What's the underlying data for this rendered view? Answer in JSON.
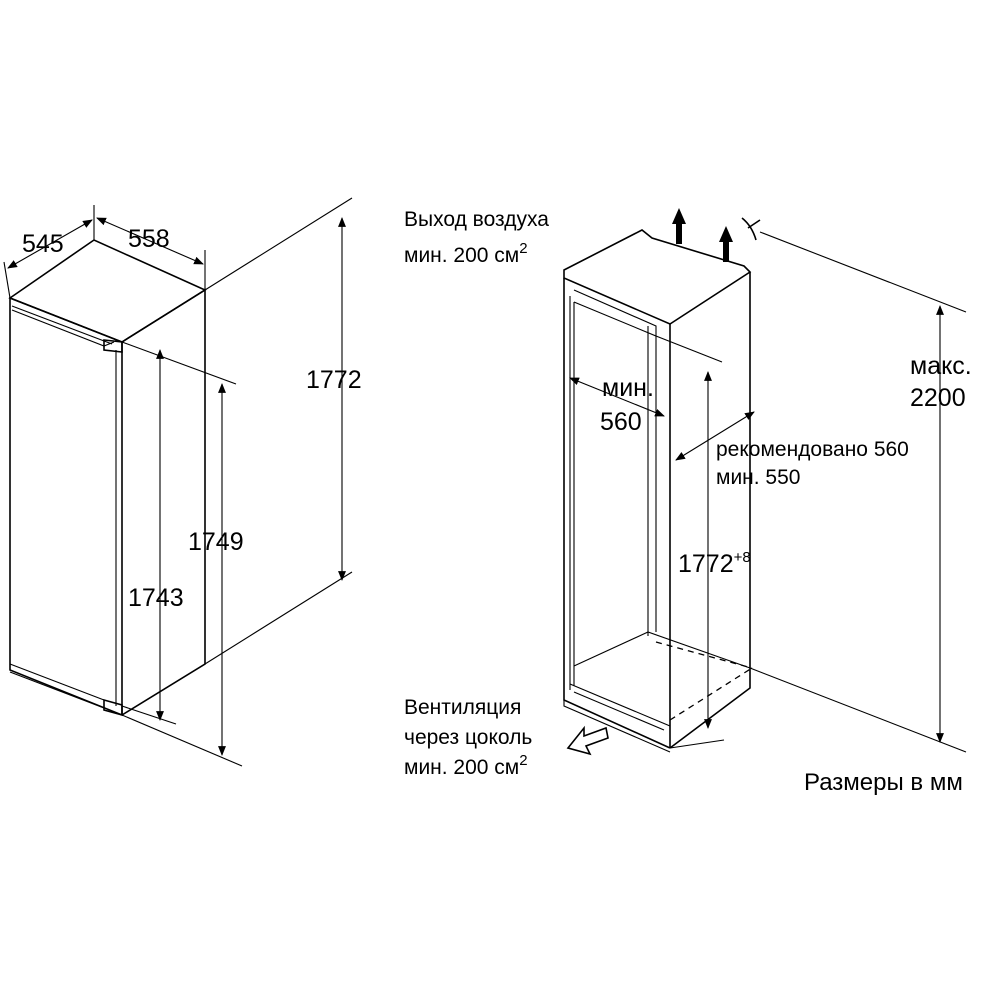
{
  "appliance": {
    "depth": "545",
    "width": "558",
    "total_height": "1772",
    "body_height": "1749",
    "door_height": "1743"
  },
  "niche": {
    "air_out_line1": "Выход воздуха",
    "air_out_line2": "мин. 200 см",
    "air_out_sup": "2",
    "min_label": "мин.",
    "min_depth": "560",
    "recommended": "рекомендовано 560",
    "min_width": "мин. 550",
    "height": "1772",
    "height_tol": "+8",
    "max_label": "макс.",
    "max_height": "2200",
    "vent_line1": "Вентиляция",
    "vent_line2": "через цоколь",
    "vent_line3": "мин. 200 см",
    "vent_sup": "2"
  },
  "units_note": "Размеры в мм"
}
